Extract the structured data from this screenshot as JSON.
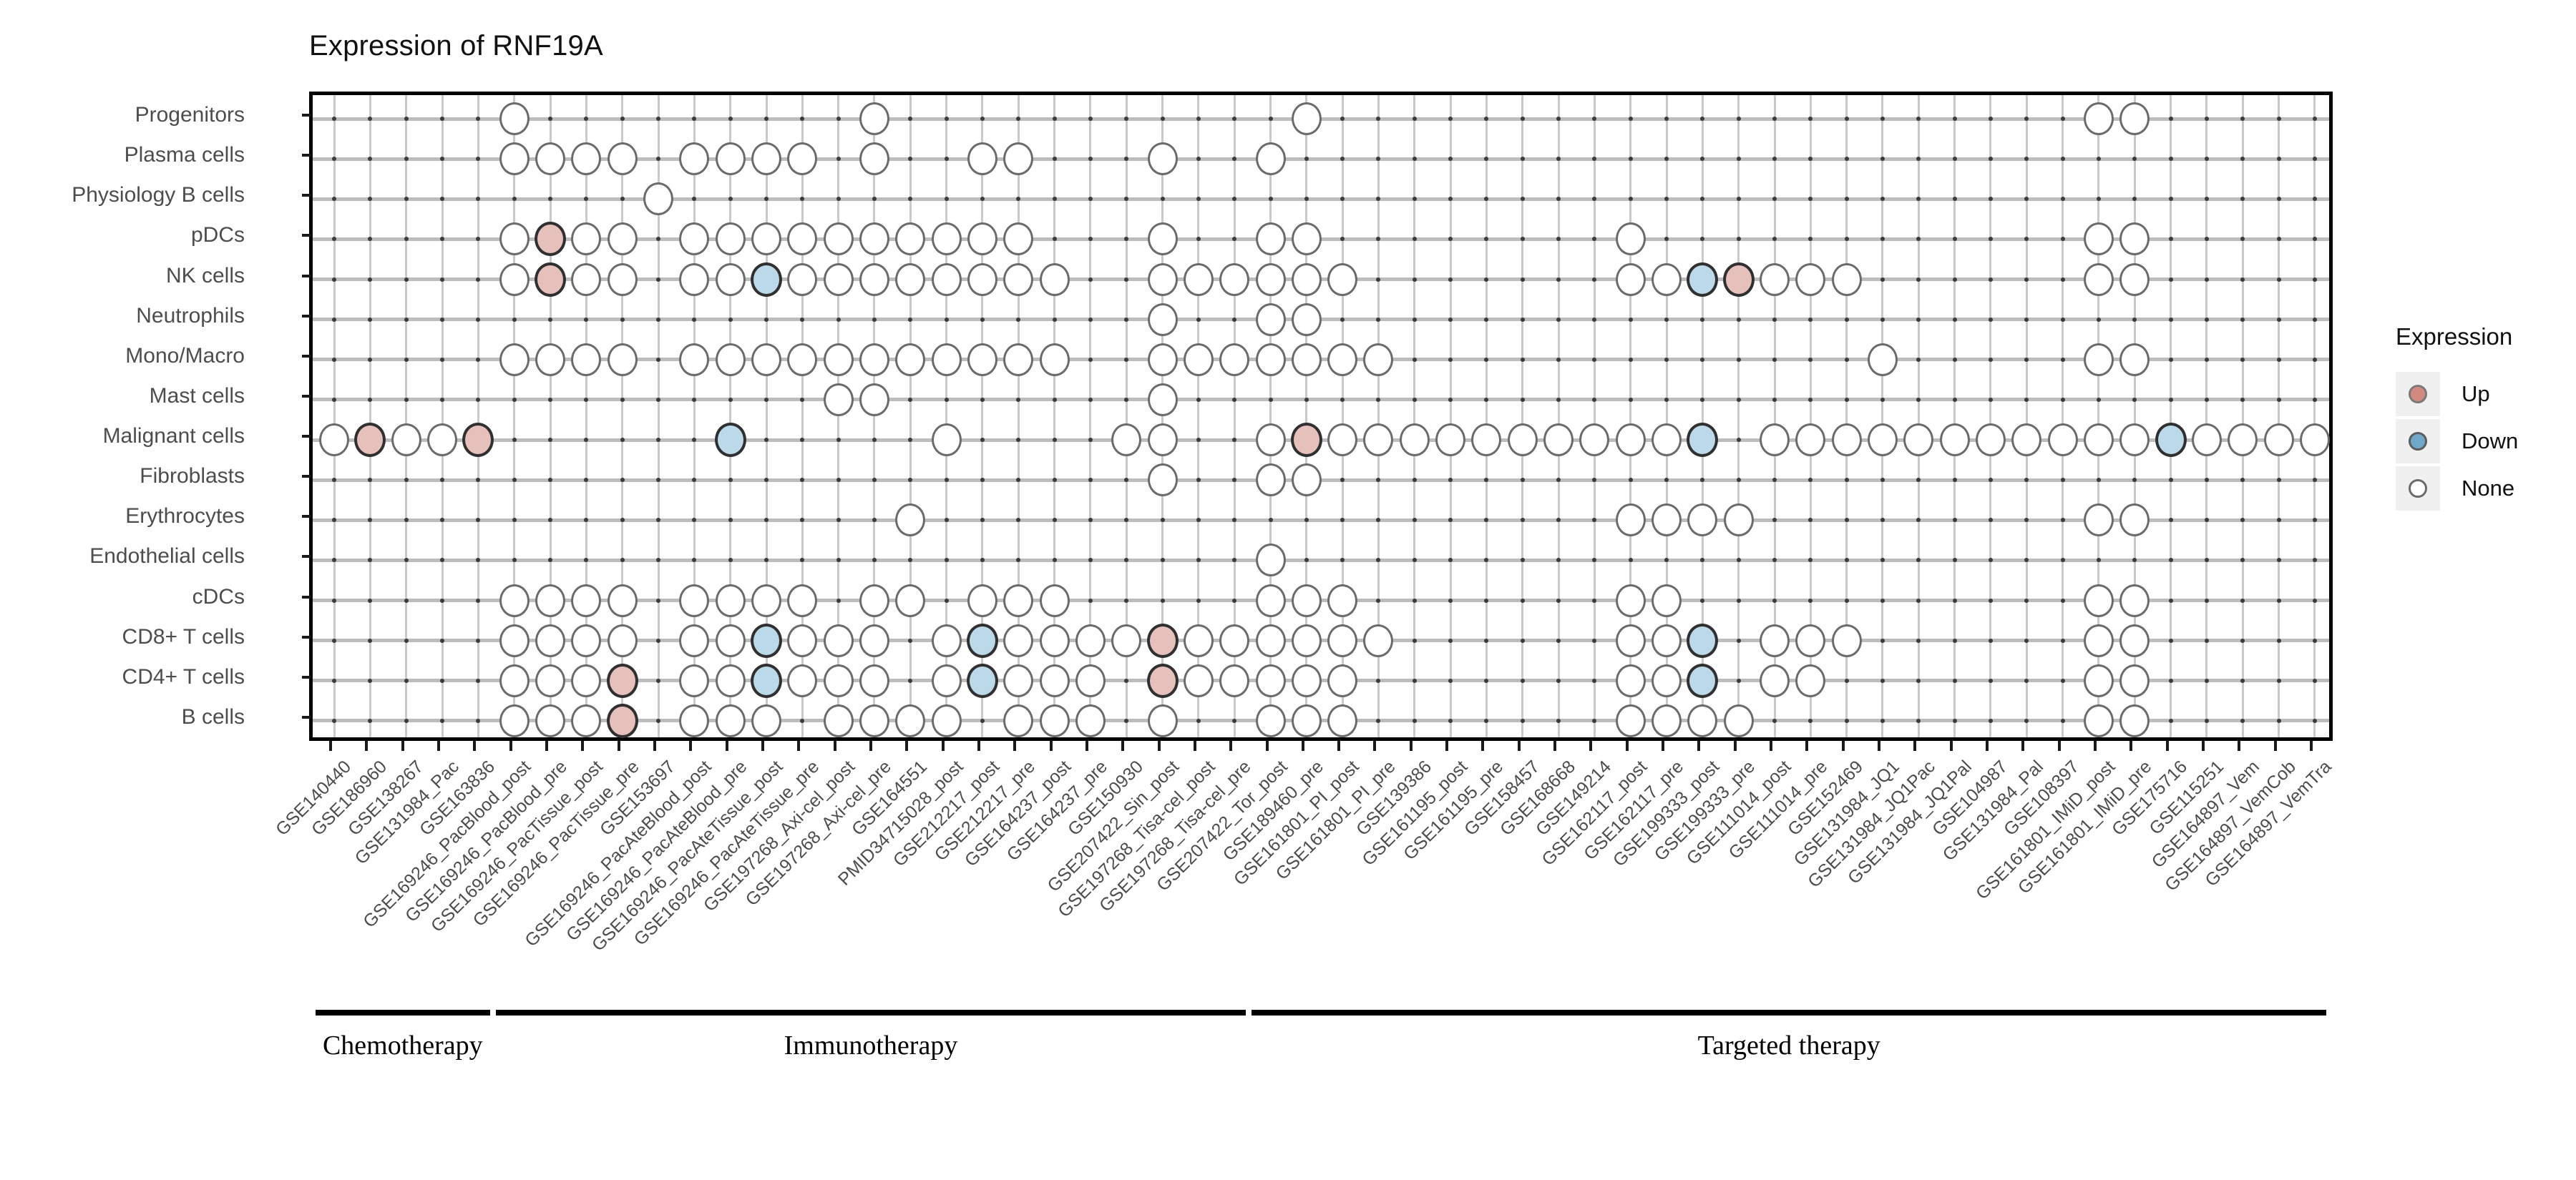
{
  "chart_data": {
    "type": "heatmap",
    "title": "Expression of RNF19A",
    "xlabel": "",
    "ylabel": "",
    "grid": true,
    "legend": {
      "position": "right",
      "title": "Expression",
      "entries": [
        {
          "label": "Up",
          "color": "#d28a80"
        },
        {
          "label": "Down",
          "color": "#6fa8c8"
        },
        {
          "label": "None",
          "color": "#ffffff"
        }
      ]
    },
    "y_categories": [
      "Progenitors",
      "Plasma cells",
      "Physiology B cells",
      "pDCs",
      "NK cells",
      "Neutrophils",
      "Mono/Macro",
      "Mast cells",
      "Malignant cells",
      "Fibroblasts",
      "Erythrocytes",
      "Endothelial cells",
      "cDCs",
      "CD8+ T cells",
      "CD4+ T cells",
      "B cells"
    ],
    "x_categories": [
      "GSE140440",
      "GSE186960",
      "GSE138267",
      "GSE131984_Pac",
      "GSE163836",
      "GSE169246_PacBlood_post",
      "GSE169246_PacBlood_pre",
      "GSE169246_PacTissue_post",
      "GSE169246_PacTissue_pre",
      "GSE153697",
      "GSE169246_PacAteBlood_post",
      "GSE169246_PacAteBlood_pre",
      "GSE169246_PacAteTissue_post",
      "GSE169246_PacAteTissue_pre",
      "GSE197268_Axi-cel_post",
      "GSE197268_Axi-cel_pre",
      "GSE164551",
      "PMID34715028_post",
      "GSE212217_post",
      "GSE212217_pre",
      "GSE164237_post",
      "GSE164237_pre",
      "GSE150930",
      "GSE207422_Sin_post",
      "GSE197268_Tisa-cel_post",
      "GSE197268_Tisa-cel_pre",
      "GSE207422_Tor_post",
      "GSE189460_pre",
      "GSE161801_PI_post",
      "GSE161801_PI_pre",
      "GSE139386",
      "GSE161195_post",
      "GSE161195_pre",
      "GSE158457",
      "GSE168668",
      "GSE149214",
      "GSE162117_post",
      "GSE162117_pre",
      "GSE199333_post",
      "GSE199333_pre",
      "GSE111014_post",
      "GSE111014_pre",
      "GSE152469",
      "GSE131984_JQ1",
      "GSE131984_JQ1Pac",
      "GSE131984_JQ1Pal",
      "GSE104987",
      "GSE131984_Pal",
      "GSE108397",
      "GSE161801_IMiD_post",
      "GSE161801_IMiD_pre",
      "GSE175716",
      "GSE115251",
      "GSE164897_Vem",
      "GSE164897_VemCob",
      "GSE164897_VemTra"
    ],
    "group_annotations": [
      {
        "label": "Chemotherapy",
        "start_index": 0,
        "end_index": 4
      },
      {
        "label": "Immunotherapy",
        "start_index": 5,
        "end_index": 25
      },
      {
        "label": "Targeted therapy",
        "start_index": 26,
        "end_index": 55
      }
    ],
    "values": {
      "Progenitors": {
        "none": [
          5,
          15,
          27,
          49,
          50
        ],
        "up": [],
        "down": []
      },
      "Plasma cells": {
        "none": [
          5,
          6,
          7,
          8,
          10,
          11,
          12,
          13,
          15,
          18,
          19,
          23,
          26
        ],
        "up": [],
        "down": []
      },
      "Physiology B cells": {
        "none": [
          9
        ],
        "up": [],
        "down": []
      },
      "pDCs": {
        "none": [
          5,
          7,
          8,
          10,
          11,
          12,
          13,
          14,
          15,
          16,
          17,
          18,
          19,
          23,
          26,
          27,
          36,
          49,
          50
        ],
        "up": [
          6
        ],
        "down": []
      },
      "NK cells": {
        "none": [
          5,
          7,
          8,
          10,
          11,
          13,
          14,
          15,
          16,
          17,
          18,
          19,
          20,
          23,
          24,
          25,
          26,
          27,
          28,
          36,
          37,
          40,
          41,
          42,
          49,
          50
        ],
        "up": [
          6,
          39
        ],
        "down": [
          12,
          38
        ]
      },
      "Neutrophils": {
        "none": [
          23,
          26,
          27
        ],
        "up": [],
        "down": []
      },
      "Mono/Macro": {
        "none": [
          5,
          6,
          7,
          8,
          10,
          11,
          12,
          13,
          14,
          15,
          16,
          17,
          18,
          19,
          20,
          23,
          24,
          25,
          26,
          27,
          28,
          29,
          43,
          49,
          50
        ],
        "up": [],
        "down": []
      },
      "Mast cells": {
        "none": [
          14,
          15,
          23
        ],
        "up": [],
        "down": []
      },
      "Malignant cells": {
        "none": [
          0,
          2,
          3,
          17,
          22,
          23,
          26,
          28,
          29,
          30,
          31,
          32,
          33,
          34,
          35,
          36,
          37,
          40,
          41,
          42,
          43,
          44,
          45,
          46,
          47,
          48,
          49,
          50,
          52,
          53,
          54,
          55
        ],
        "up": [
          1,
          4,
          27
        ],
        "down": [
          11,
          38,
          51
        ]
      },
      "Fibroblasts": {
        "none": [
          23,
          26,
          27
        ],
        "up": [],
        "down": []
      },
      "Erythrocytes": {
        "none": [
          16,
          36,
          37,
          38,
          39,
          49,
          50
        ],
        "up": [],
        "down": []
      },
      "Endothelial cells": {
        "none": [
          26
        ],
        "up": [],
        "down": []
      },
      "cDCs": {
        "none": [
          5,
          6,
          7,
          8,
          10,
          11,
          12,
          13,
          15,
          16,
          18,
          19,
          20,
          26,
          27,
          28,
          36,
          37,
          49,
          50
        ],
        "up": [],
        "down": []
      },
      "CD8+ T cells": {
        "none": [
          5,
          6,
          7,
          8,
          10,
          11,
          13,
          14,
          15,
          17,
          19,
          20,
          21,
          22,
          24,
          25,
          26,
          27,
          28,
          29,
          36,
          37,
          40,
          41,
          42,
          49,
          50
        ],
        "up": [
          23
        ],
        "down": [
          12,
          18,
          38
        ]
      },
      "CD4+ T cells": {
        "none": [
          5,
          6,
          7,
          10,
          11,
          13,
          14,
          15,
          17,
          19,
          20,
          21,
          24,
          25,
          26,
          27,
          28,
          36,
          37,
          40,
          41,
          49,
          50
        ],
        "up": [
          8,
          23
        ],
        "down": [
          12,
          18,
          38
        ]
      },
      "B cells": {
        "none": [
          5,
          6,
          7,
          10,
          11,
          12,
          14,
          15,
          16,
          17,
          19,
          20,
          21,
          23,
          26,
          27,
          28,
          36,
          37,
          38,
          39,
          49,
          50
        ],
        "up": [
          8
        ],
        "down": []
      }
    }
  }
}
